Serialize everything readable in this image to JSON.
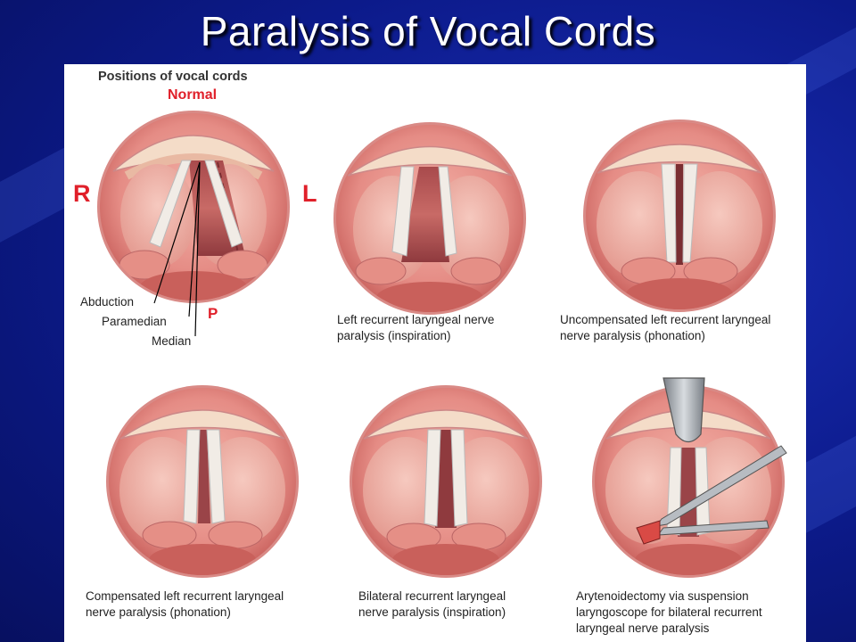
{
  "slide": {
    "title": "Paralysis of Vocal Cords",
    "header": "Positions of vocal cords",
    "normal_label": "Normal",
    "right_label": "R",
    "left_label": "L",
    "p_label": "P",
    "pointer_labels": {
      "abduction": "Abduction",
      "paramedian": "Paramedian",
      "median": "Median"
    },
    "captions": [
      "Left recurrent laryngeal nerve\nparalysis (inspiration)",
      "Uncompensated left recurrent laryngeal\nnerve paralysis (phonation)",
      "Compensated left recurrent laryngeal\nnerve paralysis (phonation)",
      "Bilateral recurrent laryngeal\nnerve paralysis (inspiration)",
      "Arytenoidectomy via suspension\nlaryngoscope for bilateral recurrent\nlaryngeal nerve paralysis"
    ]
  },
  "colors": {
    "background": "#0c1a8a",
    "label_red": "#e0202a",
    "tissue": "#e8918c",
    "cord": "#f1ece6"
  },
  "icons": [
    "larynx-illustration",
    "laryngoscope-illustration",
    "forceps-illustration"
  ]
}
